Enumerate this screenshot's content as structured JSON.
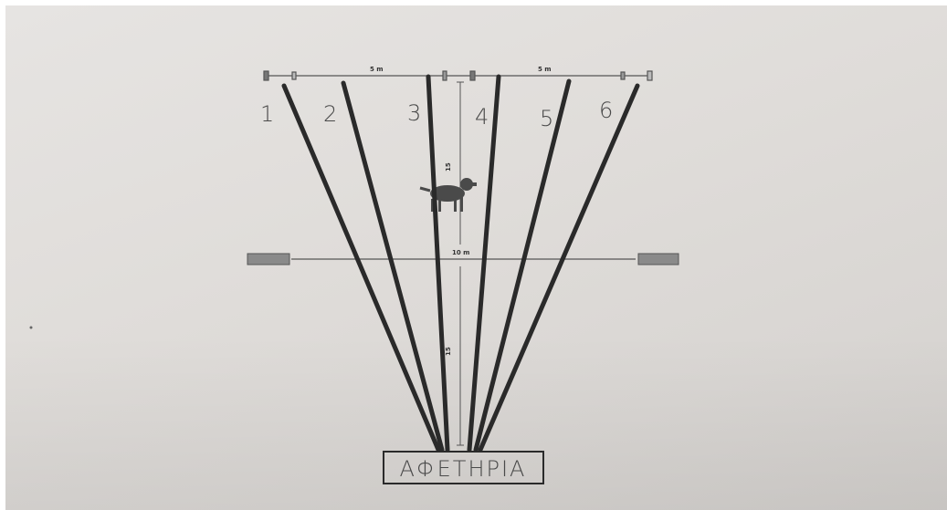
{
  "diagram": {
    "start_label": "ΑΦΕΤΗΡΙΑ",
    "lane_numbers": [
      "1",
      "2",
      "3",
      "4",
      "5",
      "6"
    ],
    "dimension_top_left": "5 m",
    "dimension_top_right": "5 m",
    "dimension_mid": "10 m",
    "dimension_vertical_upper": "15",
    "dimension_vertical_lower": "15"
  }
}
